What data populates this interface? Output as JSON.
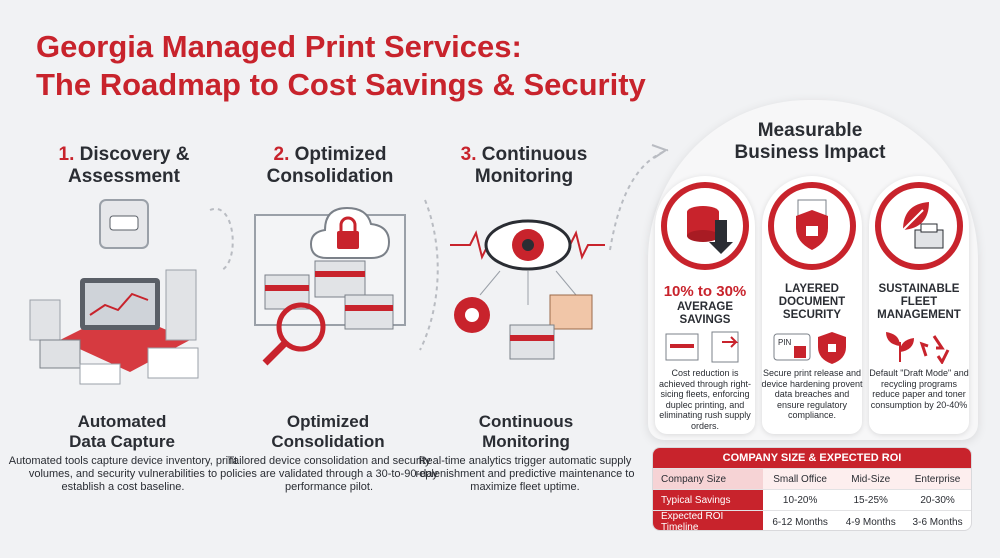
{
  "title": {
    "line1": "Georgia Managed Print Services:",
    "line2": "The Roadmap to Cost Savings & Security"
  },
  "steps": [
    {
      "number": "1.",
      "title_line1": "Discovery &",
      "title_line2": "Assessment",
      "sub_line1": "Automated",
      "sub_line2": "Data Capture",
      "desc": "Automated tools capture device inventory, print volumes, and security vulnerabilities to establish a cost baseline."
    },
    {
      "number": "2.",
      "title_line1": "Optimized",
      "title_line2": "Consolidation",
      "sub_line1": "Optimized",
      "sub_line2": "Consolidation",
      "desc": "Tailored device consolidation and security policies are validated through a 30-to-90-day performance pilot."
    },
    {
      "number": "3.",
      "title_line1": "Continuous",
      "title_line2": "Monitoring",
      "sub_line1": "Continuous",
      "sub_line2": "Monitoring",
      "desc": "Real-time analytics trigger automatic supply replenishment and predictive maintenance to maximize fleet uptime."
    }
  ],
  "impact": {
    "title_line1": "Measurable",
    "title_line2": "Business Impact",
    "cards": [
      {
        "highlight": "10% to 30%",
        "line1": "AVERAGE",
        "line2": "SAVINGS",
        "line3": "",
        "desc": "Cost reduction is achieved through right-sicing fleets, enforcing duplec printing, and eliminating rush supply orders.",
        "icon": "coin-stack-down-arrow-icon"
      },
      {
        "highlight": "",
        "line1": "LAYERED",
        "line2": "DOCUMENT",
        "line3": "SECURITY",
        "desc": "Secure print release and device hardening provent data breaches and ensure regulatory compliance.",
        "icon": "shield-document-icon",
        "pin_label": "PIN"
      },
      {
        "highlight": "",
        "line1": "SUSTAINABLE",
        "line2": "FLEET",
        "line3": "MANAGEMENT",
        "desc": "Default \"Draft Mode\" and recycling programs reduce paper and toner consumption by 20-40%",
        "icon": "leaf-printer-icon"
      }
    ]
  },
  "roi_table": {
    "title": "COMPANY SIZE & EXPECTED ROI",
    "headers": [
      "Company Size",
      "Small Office",
      "Mid-Size",
      "Enterprise"
    ],
    "rows": [
      [
        "Typical Savings",
        "10-20%",
        "15-25%",
        "20-30%"
      ],
      [
        "Expected ROI Timeline",
        "6-12 Months",
        "4-9 Months",
        "3-6 Months"
      ]
    ]
  },
  "colors": {
    "accent": "#c8232c",
    "text": "#2a2d33",
    "background": "#f1f2f4"
  }
}
